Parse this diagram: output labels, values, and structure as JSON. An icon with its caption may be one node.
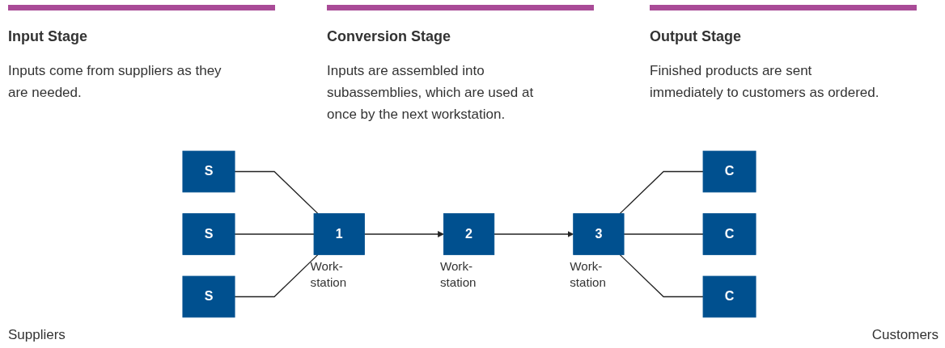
{
  "diagram": {
    "nodes": [
      {
        "text": [
          "S"
        ]
      },
      {
        "text": [
          "S"
        ]
      },
      {
        "text": [
          "S"
        ]
      },
      {
        "text": [
          "1"
        ],
        "beside": [
          "Work- station"
        ]
      },
      {
        "text": [
          "2"
        ],
        "beside": [
          "Work- station"
        ]
      },
      {
        "text": [
          "3"
        ],
        "beside": [
          "Work- station"
        ]
      },
      {
        "text": [
          "C"
        ]
      },
      {
        "text": [
          "C"
        ]
      },
      {
        "text": [
          "C"
        ]
      }
    ],
    "edges": [
      {
        "from": 0,
        "to": 3,
        "arrow": "none"
      },
      {
        "from": 1,
        "to": 3,
        "arrow": "none"
      },
      {
        "from": 2,
        "to": 3,
        "arrow": "none"
      },
      {
        "from": 3,
        "to": 4,
        "arrow": "to"
      },
      {
        "from": 4,
        "to": 5,
        "arrow": "to"
      },
      {
        "from": 5,
        "to": 6,
        "arrow": "none"
      },
      {
        "from": 5,
        "to": 7,
        "arrow": "none"
      },
      {
        "from": 5,
        "to": 8,
        "arrow": "none"
      }
    ],
    "labels": [
      "Input Stage",
      "Inputs come from suppliers as they are needed.",
      "Conversion Stage",
      "Inputs are assembled into subassemblies, which are used at once by the next workstation.",
      "Output Stage",
      "Finished products are sent immediately to customers as ordered.",
      "Suppliers",
      "Customers"
    ]
  }
}
